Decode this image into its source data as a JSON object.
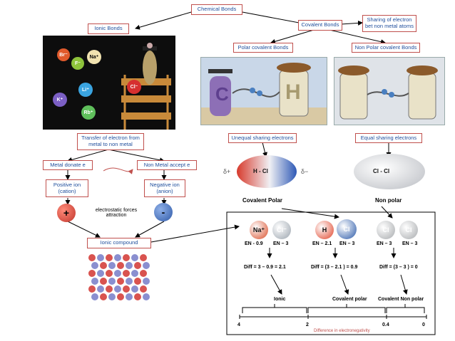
{
  "top": {
    "chemical_bonds": "Chemical Bonds",
    "ionic_bonds": "Ionic Bonds",
    "covalent_bonds": "Covalent Bonds",
    "sharing": "Sharing of electron bet non metal atoms"
  },
  "covalent": {
    "polar": "Polar covalent Bonds",
    "nonpolar": "Non Polar covalent Bonds",
    "unequal": "Unequal sharing electrons",
    "equal": "Equal sharing electrons",
    "covalent_polar_label": "Covalent Polar",
    "non_polar_label": "Non polar",
    "delta_plus": "δ+",
    "delta_minus": "δ−",
    "h_cl": "H - Cl",
    "cl_cl": "Cl - Cl"
  },
  "ionic": {
    "transfer": "Transfer of electron from metal to non metal",
    "metal_donate": "Metal donate e",
    "nonmetal_accept": "Non Metal accept e",
    "positive_ion": "Positive ion (cation)",
    "negative_ion": "Negative ion (anion)",
    "plus": "+",
    "minus": "-",
    "forces": "electrostatic forces attraction",
    "ionic_compound": "Ionic compound"
  },
  "comparison": {
    "atoms": [
      {
        "symbol": "Na⁺",
        "color": "#d94e2a"
      },
      {
        "symbol": "Cl⁻",
        "color": "#9aa3ad"
      },
      {
        "symbol": "H",
        "color": "#e0442a"
      },
      {
        "symbol": "Cl",
        "color": "#2a59a8"
      },
      {
        "symbol": "Cl",
        "color": "#a7aaad"
      },
      {
        "symbol": "Cl",
        "color": "#a7aaad"
      }
    ],
    "en_values": [
      "EN - 0.9",
      "EN – 3",
      "EN – 2.1",
      "EN – 3",
      "EN – 3",
      "EN – 3"
    ],
    "diffs": [
      "Diff = 3 – 0.9 = 2.1",
      "Diff = (3 – 2.1 ) = 0.9",
      "Diff = (3 – 3 ) = 0"
    ],
    "types": [
      "Ionic",
      "Covalent polar",
      "Covalent Non polar"
    ],
    "scale": [
      "4",
      "2",
      "0.4",
      "0"
    ],
    "scale_label": "Difference in electronegativity"
  },
  "cartoon": {
    "na": "Na⁺",
    "cl": "Cl⁻",
    "k": "K⁺",
    "li": "Li⁺",
    "rb": "Rb⁺",
    "br": "Br⁻",
    "f": "F⁻"
  },
  "cartoon2": {
    "c": "C",
    "h": "H"
  },
  "colors": {
    "box_border": "#c0504d",
    "box_text": "#1f4e9c",
    "arrow": "#000000"
  }
}
